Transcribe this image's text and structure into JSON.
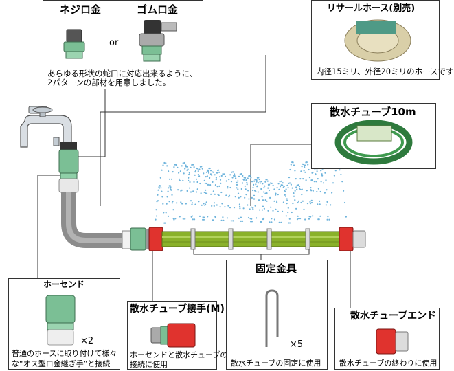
{
  "faucet_box": {
    "label_screw": "ネジロ金",
    "label_rubber": "ゴムロ金",
    "or": "or",
    "caption": "あらゆる形状の蛇口に対応出来るように、\n2パターンの部材を用意しました。"
  },
  "recycle_hose_box": {
    "title": "リサールホース(別売)",
    "caption": "内径15ミリ、外径20ミリのホースです"
  },
  "spray_tube_box": {
    "title": "散水チューブ10m"
  },
  "hose_joint_box": {
    "title": "ホーセンド",
    "count": "×2",
    "caption_line1": "普通のホースに取り付けて様々",
    "caption_line2": "な“オス型ロ金継ぎ手”と接続"
  },
  "tube_joint_box": {
    "title": "散水チューブ接手(M)",
    "caption_line1": "ホーセンドと散水チューブの",
    "caption_line2": "接続に使用"
  },
  "fixing_box": {
    "title": "固定金具",
    "count": "×5",
    "caption": "散水チューブの固定に使用"
  },
  "tube_end_box": {
    "title": "散水チューブエンド",
    "caption": "散水チューブの終わりに使用"
  },
  "colors": {
    "hose_green": "#6fa86b",
    "tube_green": "#8ab12a",
    "end_red": "#e0332e",
    "spray_blue": "#6fb4dc",
    "pipe_grey": "#8c8c8c"
  }
}
